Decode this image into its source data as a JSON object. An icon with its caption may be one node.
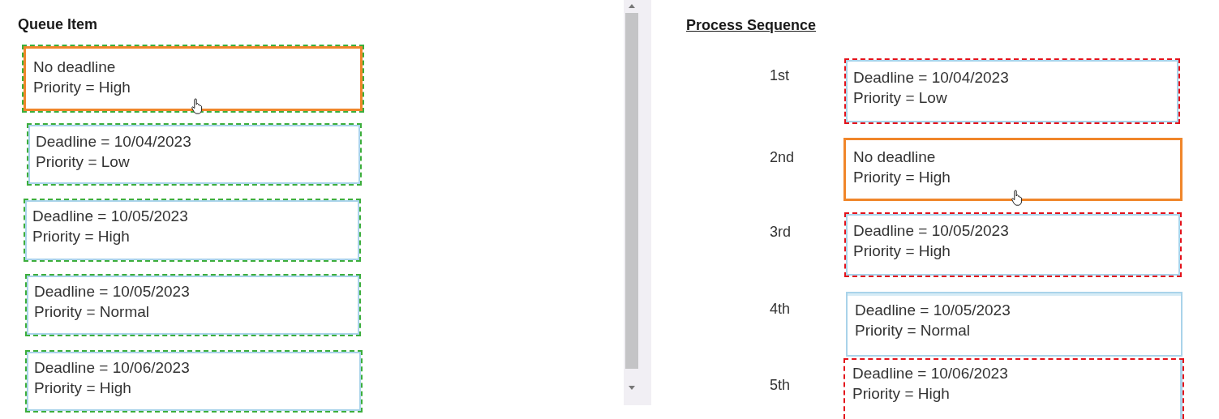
{
  "diagram": {
    "nodes": [
      {
        "text": [
          "No deadline",
          "Priority = High"
        ]
      },
      {
        "text": [
          "Deadline = 10/04/2023",
          "Priority = Low"
        ]
      },
      {
        "text": [
          "Deadline = 10/05/2023",
          "Priority = High"
        ]
      },
      {
        "text": [
          "Deadline = 10/05/2023",
          "Priority = Normal"
        ]
      },
      {
        "text": [
          "Deadline = 10/06/2023",
          "Priority = High"
        ]
      },
      {
        "text": [
          "Deadline = 10/04/2023",
          "Priority = Low"
        ],
        "beside": [
          "1st"
        ]
      },
      {
        "text": [
          "No deadline",
          "Priority = High"
        ],
        "beside": [
          "2nd"
        ]
      },
      {
        "text": [
          "Deadline = 10/05/2023",
          "Priority = High"
        ],
        "beside": [
          "3rd"
        ]
      },
      {
        "text": [
          "Deadline = 10/05/2023",
          "Priority = Normal"
        ],
        "beside": [
          "4th"
        ]
      },
      {
        "text": [
          "Deadline = 10/06/2023",
          "Priority = High"
        ],
        "beside": [
          "5th"
        ]
      }
    ],
    "labels": [
      "Queue Item",
      "Process Sequence"
    ]
  }
}
